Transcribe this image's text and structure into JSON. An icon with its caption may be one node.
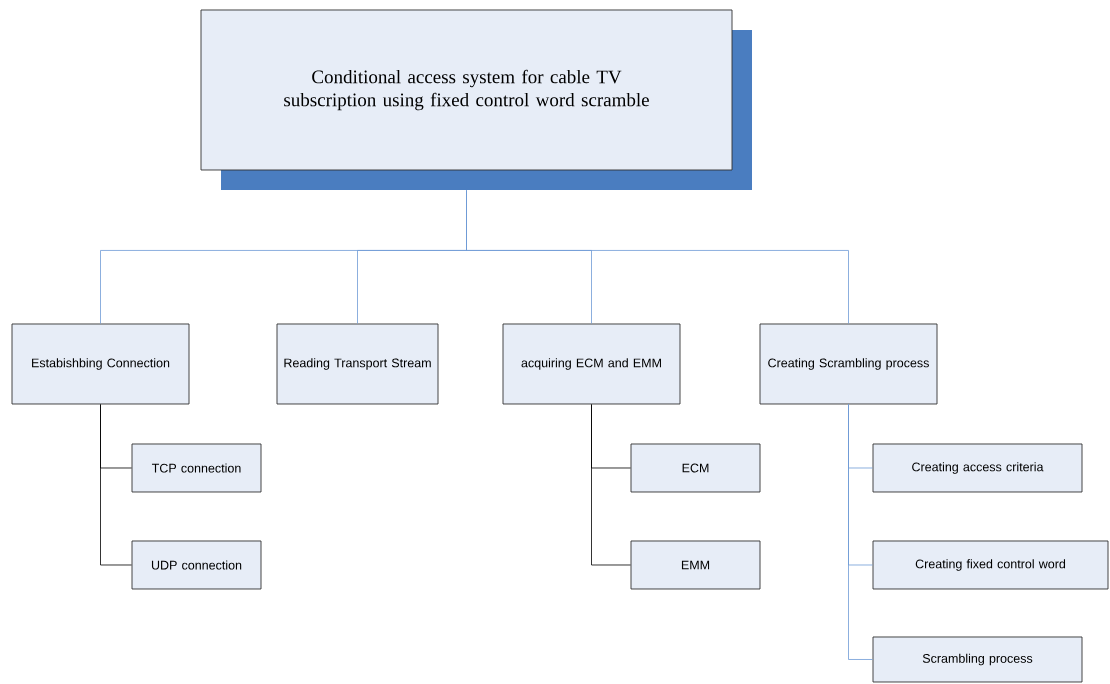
{
  "diagram": {
    "nodes": [
      {
        "text": [
          "Conditional access system for cable TV subscription using fixed control word scramble"
        ]
      },
      {
        "text": [
          "Estabishbing Connection"
        ]
      },
      {
        "text": [
          "Reading Transport Stream"
        ]
      },
      {
        "text": [
          "acquiring ECM and EMM"
        ]
      },
      {
        "text": [
          "Creating Scrambling process"
        ]
      },
      {
        "text": [
          "TCP connection"
        ]
      },
      {
        "text": [
          "UDP connection"
        ]
      },
      {
        "text": [
          "ECM"
        ]
      },
      {
        "text": [
          "EMM"
        ]
      },
      {
        "text": [
          "Creating access criteria"
        ]
      },
      {
        "text": [
          "Creating fixed control word"
        ]
      },
      {
        "text": [
          "Scrambling process"
        ]
      }
    ],
    "edges": [
      {
        "from": 0,
        "to": 1,
        "arrow": "none"
      },
      {
        "from": 0,
        "to": 2,
        "arrow": "none"
      },
      {
        "from": 0,
        "to": 3,
        "arrow": "none"
      },
      {
        "from": 0,
        "to": 4,
        "arrow": "none"
      },
      {
        "from": 1,
        "to": 5,
        "arrow": "none",
        "color": "#000000"
      },
      {
        "from": 1,
        "to": 6,
        "arrow": "none",
        "color": "#000000"
      },
      {
        "from": 3,
        "to": 7,
        "arrow": "none",
        "color": "#000000"
      },
      {
        "from": 3,
        "to": 8,
        "arrow": "none",
        "color": "#000000"
      },
      {
        "from": 4,
        "to": 9,
        "arrow": "none"
      },
      {
        "from": 4,
        "to": 10,
        "arrow": "none"
      },
      {
        "from": 4,
        "to": 11,
        "arrow": "none"
      }
    ]
  }
}
